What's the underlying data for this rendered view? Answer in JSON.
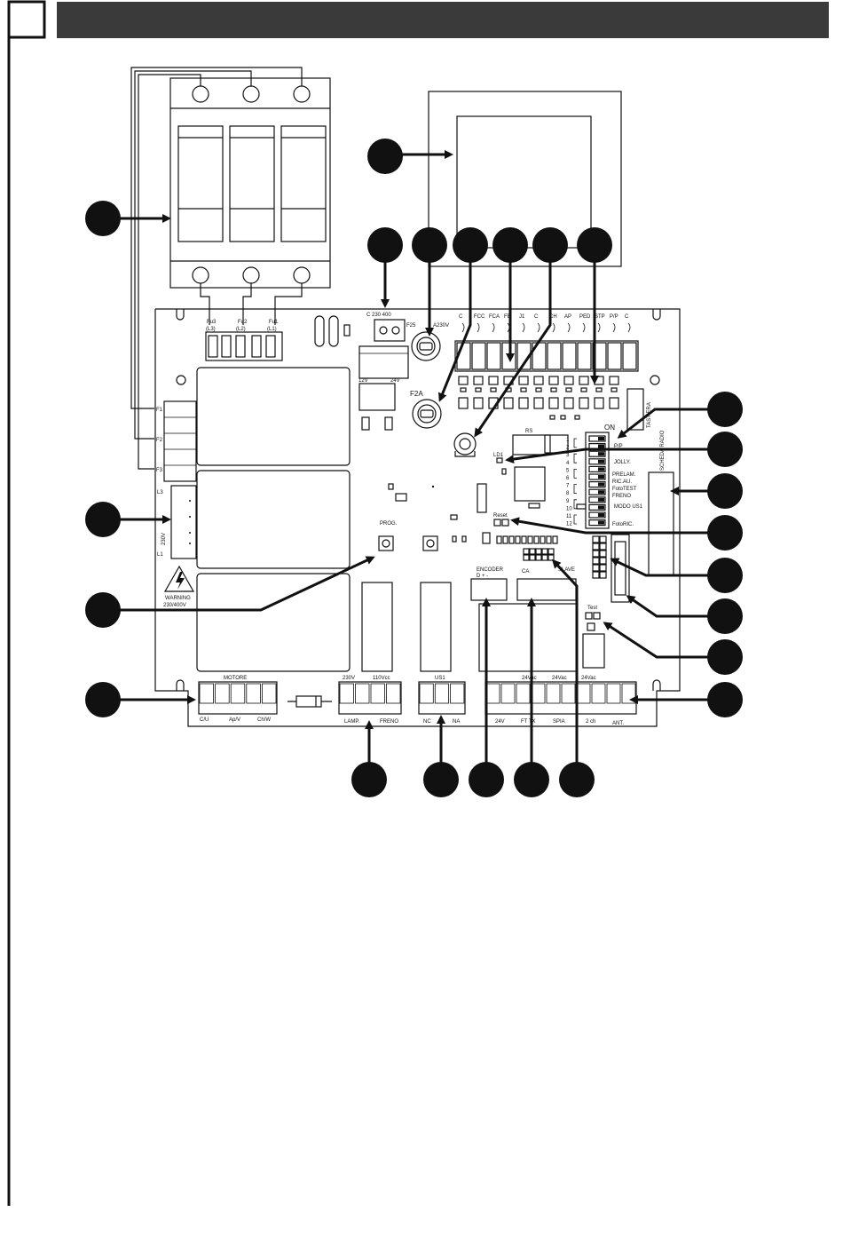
{
  "header": {
    "bar_color": "#3a3a3a"
  },
  "labels": {
    "fu3": "Fu3",
    "fu3_sub": "(L3)",
    "fu2": "Fu2",
    "fu2_sub": "(L2)",
    "fu1": "Fu1",
    "fu1_sub": "(L1)",
    "f1": "F1",
    "f2": "F2",
    "f3": "F3",
    "l3": "L3",
    "l1": "L1",
    "v230": "230V",
    "warning": "WARNING",
    "warning_v": "230/400V",
    "c_230_400": "C  230 400",
    "f25": "F25",
    "a230v": "A230V",
    "v12": "12V",
    "v24": "24V",
    "f2a": "F2A",
    "top_terms": [
      "C",
      "FCC",
      "FCA",
      "FB",
      "J1",
      "C",
      "CH",
      "AP",
      "PED",
      "STP",
      "P/P",
      "C"
    ],
    "rs": "RS",
    "ld1": "LD1",
    "on": "ON",
    "tastiera": "TASTIERA",
    "dip_pp": "P/P",
    "dip_jolly": "JOLLY.",
    "dip_prelam": "PRELAM.",
    "dip_ricau": "RIC.AU.",
    "dip_fototest": "FotoTEST",
    "dip_freno": "FRENO",
    "dip_modous1": "MODO US1",
    "dip_fotoric": "FotoRIC.",
    "scheda_radio": "SCHEDA RADIO",
    "dip_nums": [
      "1",
      "2",
      "3",
      "4",
      "5",
      "6",
      "7",
      "8",
      "9",
      "10",
      "11",
      "12"
    ],
    "prog": "PROG.",
    "reset": "Reset",
    "encoder": "ENCODER",
    "encoder_pins": "D  +  -",
    "ca": "CA",
    "slave": "SLAVE",
    "test": "Test",
    "motore": "MOTORE",
    "mot_c": "C/U",
    "mot_ap": "Ap/V",
    "mot_ch": "Ch/W",
    "v230b": "230V",
    "v110": "110Vcc",
    "lamp": "LAMP.",
    "freno": "FRENO",
    "us1": "US1",
    "nc": "NC",
    "na": "NA",
    "v24a": "24V",
    "ft_tx": "FT TX",
    "spia": "SPIA",
    "ch2": "2 ch",
    "v24vac1": "24Vac",
    "v24vac2": "24Vac",
    "v24vac3": "24Vac",
    "ant": "ANT."
  }
}
